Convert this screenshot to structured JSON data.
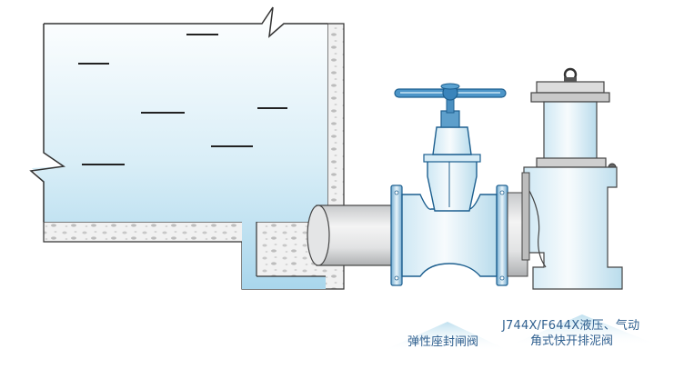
{
  "labels": {
    "gate_valve": "弹性座封闸阀",
    "discharge_valve_line1": "J744X/F644X液压、气动",
    "discharge_valve_line2": "角式快开排泥阀"
  }
}
